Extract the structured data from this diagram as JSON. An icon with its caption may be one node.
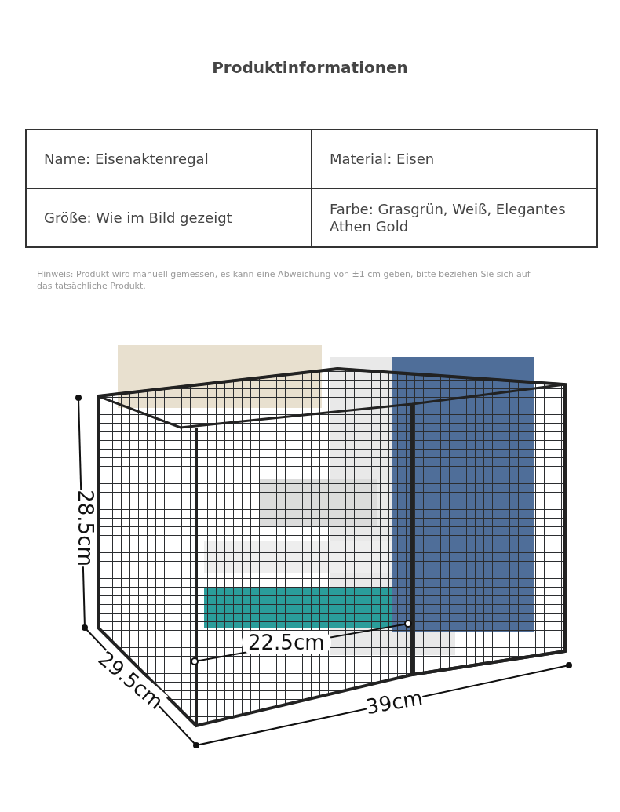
{
  "diagram": {
    "title": "Produktinformationen",
    "labels": [
      "Name: Eisenaktenregal",
      "Material: Eisen",
      "Größe: Wie im Bild gezeigt",
      "Farbe: Grasgrün, Weiß, Elegantes Athen Gold",
      "Hinweis: Produkt wird manuell gemessen, es kann eine Abweichung von ±1 cm geben, bitte beziehen Sie sich auf das tatsächliche Produkt.",
      "28.5cm",
      "22.5cm",
      "29.5cm",
      "39cm"
    ]
  }
}
